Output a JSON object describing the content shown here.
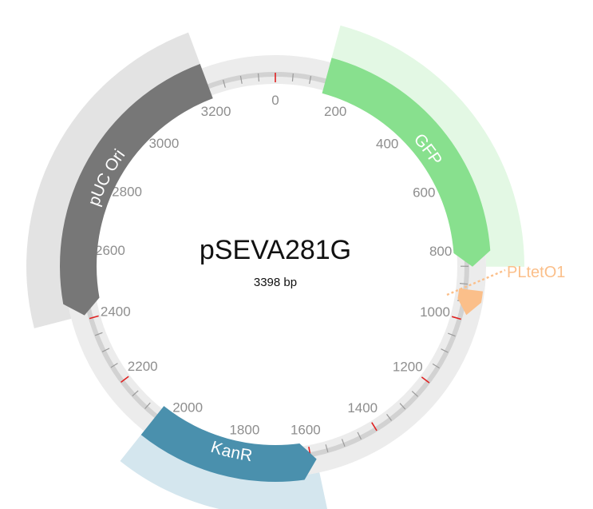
{
  "plasmid": {
    "name": "pSEVA281G",
    "length_label": "3398 bp",
    "length": 3398
  },
  "tick_labels": [
    "0",
    "200",
    "400",
    "600",
    "800",
    "1000",
    "1200",
    "1400",
    "1600",
    "1800",
    "2000",
    "2200",
    "2400",
    "2600",
    "2800",
    "3000",
    "3200"
  ],
  "features": [
    {
      "id": "gfp",
      "label": "GFP",
      "start": 143,
      "end": 851,
      "strand": "forward",
      "color": "#88e08e",
      "shade": "#e3f8e4",
      "label_color": "#ffffff"
    },
    {
      "id": "pucori",
      "label": "pUC Ori",
      "start": 2412,
      "end": 3205,
      "strand": "reverse",
      "color": "#777777",
      "shade": "#e3e3e3",
      "label_color": "#ffffff"
    },
    {
      "id": "kanr",
      "label": "KanR",
      "start": 1585,
      "end": 2063,
      "strand": "reverse",
      "color": "#4a90ad",
      "shade": "#d4e6ee",
      "label_color": "#ffffff"
    },
    {
      "id": "pltet",
      "label": "PLtetO1",
      "start": 915,
      "end": 985,
      "strand": "forward",
      "color": "#fbbf8a",
      "shade": "",
      "label_color": "#fbbf8a"
    }
  ]
}
